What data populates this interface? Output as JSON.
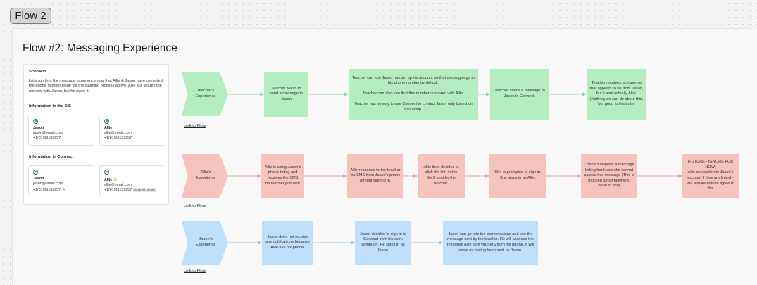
{
  "flow_tag": "Flow 2",
  "title": "Flow #2: Messaging Experience",
  "scenario": {
    "heading": "Scenario",
    "text": "Let's run thru the message experience now that Allie & Jason have corrected the phone number issue via the claiming process above. Allie still shares the number with Jason, but he owns it.",
    "sis_heading": "Information in the SIS",
    "connect_heading": "Information in Connect",
    "sis_cards": [
      {
        "name": "Jason",
        "email": "jason@email.com",
        "phone": "+1(815)3139257"
      },
      {
        "name": "Allie",
        "email": "allie@email.com",
        "phone": "+1(815)3139257"
      }
    ],
    "connect_cards": [
      {
        "name": "Jason",
        "email": "jason@email.com",
        "phone": "+1(815)3139257"
      },
      {
        "name": "Allie",
        "email": "allie@email.com",
        "phone": "+1(815)3139257",
        "badge": "Shared phone"
      }
    ]
  },
  "rows": [
    {
      "label": "Teacher's Experience",
      "color": "#b4eec0",
      "link": "Link to Flow",
      "steps": [
        "Teacher wants to send a message to Jason",
        "Teacher can see Jason has set up his account so that messages go to his phone number by default.\n\nTeacher can also see that this number is shared with Allie.\n\nTeacher has no way to use Connect to contact Jason only based on this setup.",
        "Teacher sends a message to Jason in Connect.",
        "Teacher receives a response that appears to be from Jason, but it was actually Allie. (Nothing we can do about this, but good to illustrate)"
      ]
    },
    {
      "label": "Allie's Experience",
      "color": "#f6c3bd",
      "link": "Link to Flow",
      "steps": [
        "Allie is using Jason's phone today and receives the SMS the teacher just sent.",
        "Allie responds to the teacher via SMS from Jason's phone without signing in.",
        "Allie then decides to click the link in the SMS sent by the teacher.",
        "She is prompted to sign in. She signs in as Allie.",
        "Connect displays a message letting her know she cannot access this message (This is mocked up somewhere, need to find)",
        "[FUTURE - IGNORE FOR NOW]\nAllie can switch to Jason's account if they are linked - will require both to agree to this"
      ]
    },
    {
      "label": "Jason's Experience",
      "color": "#bfdffb",
      "link": "Link to Flow",
      "steps": [
        "Jason does not receive any notifications because Allie has his phone.",
        "Jason decides to sign in to Connect from his work computer. He signs in as Jason.",
        "Jason can go into the conversations and see the message sent by the teacher. He will also see the response Allie sent via SMS from his phone. It will show as having been sent by Jason."
      ]
    }
  ],
  "arrow_colors": [
    "#8fdc9f",
    "#efa39a",
    "#96c8f2"
  ]
}
